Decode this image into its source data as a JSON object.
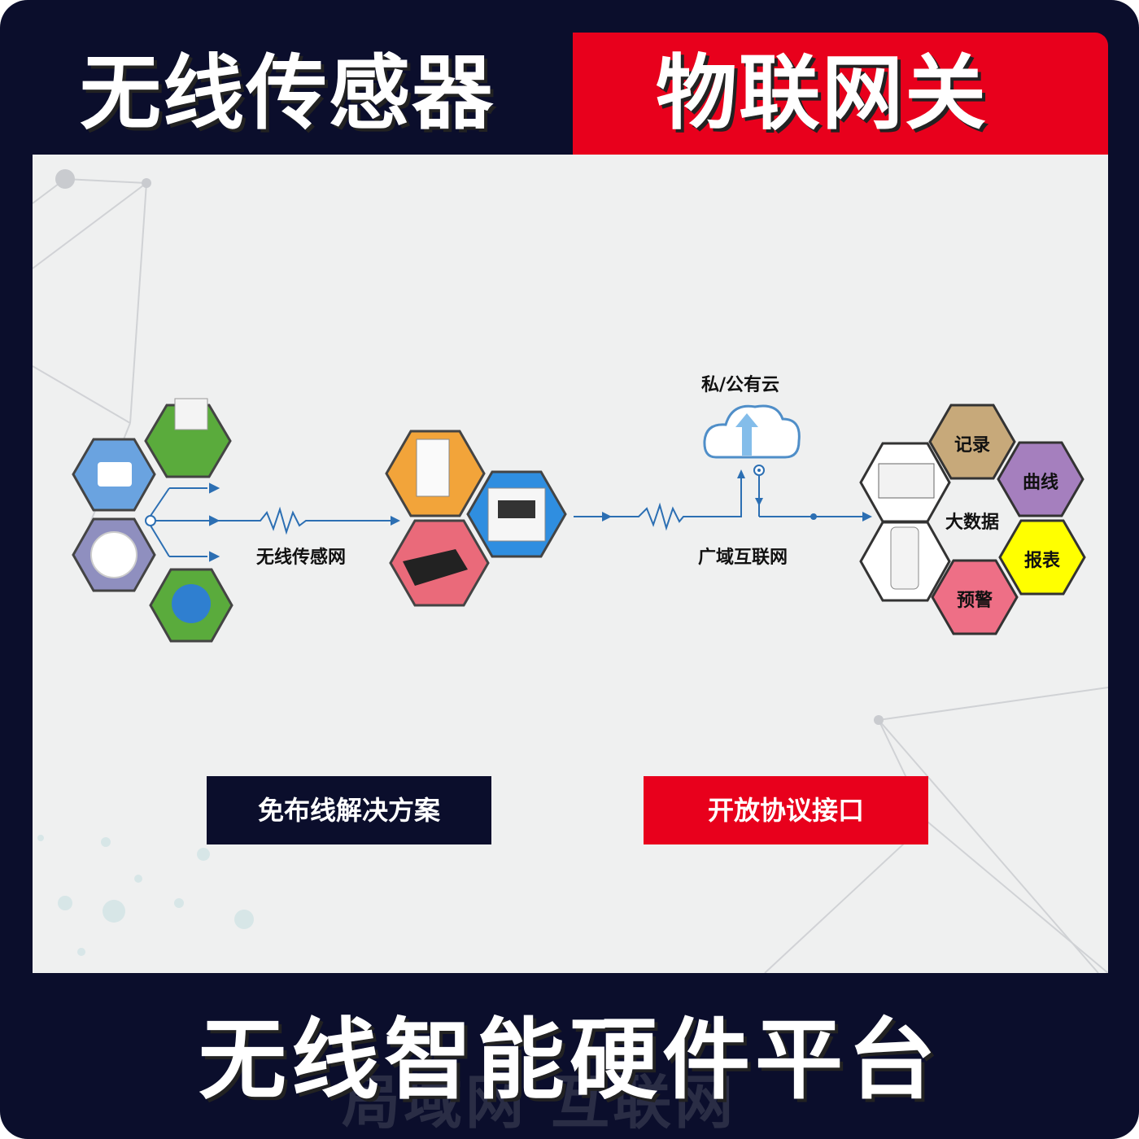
{
  "header": {
    "left_title": "无线传感器",
    "right_title": "物联网关"
  },
  "diagram": {
    "sensor_net_label": "无线传感网",
    "cloud_label": "私/公有云",
    "wan_label": "广域互联网",
    "center_label": "大数据",
    "functions": [
      "记录",
      "曲线",
      "报表",
      "预警"
    ]
  },
  "buttons": {
    "left": "免布线解决方案",
    "right": "开放协议接口"
  },
  "footer": {
    "title": "无线智能硬件平台",
    "ghost_text": "局域网 互联网"
  },
  "colors": {
    "navy": "#0b0e2c",
    "red": "#e8001c",
    "line_blue": "#2c6fb3",
    "hex_blue": "#6aa3e0",
    "hex_green": "#5aab3c",
    "hex_purple": "#8f8fbf",
    "hex_orange": "#f2a43a",
    "hex_pink": "#ea6a7a",
    "hex_tan": "#c7a97a",
    "hex_violet": "#a57fbe",
    "hex_yellow": "#ffff00",
    "hex_rose": "#ee6f86"
  }
}
